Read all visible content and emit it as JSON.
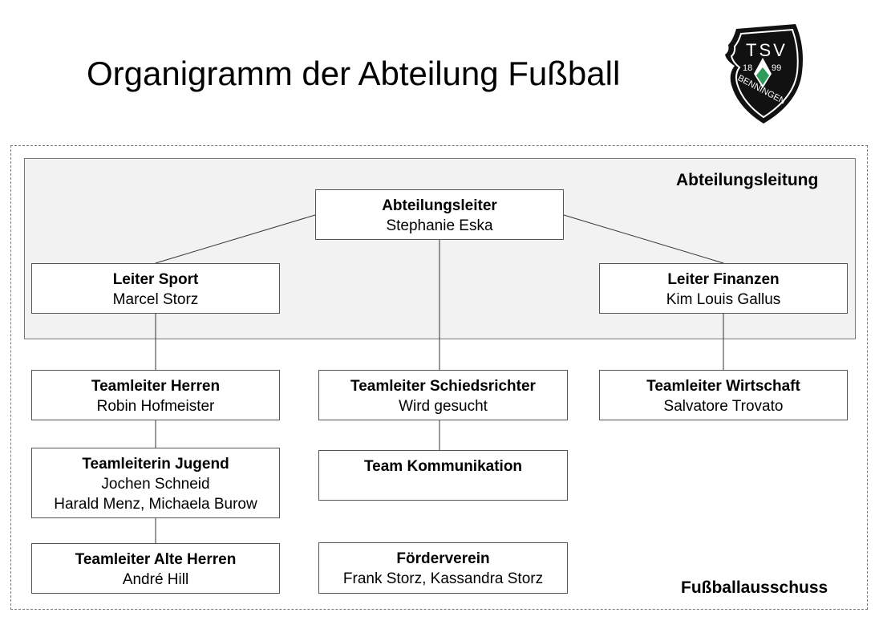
{
  "title": "Organigramm der Abteilung Fußball",
  "logo": {
    "top_text": "TSV",
    "year_left": "18",
    "year_right": "99",
    "bottom_text": "BENNINGEN"
  },
  "sections": {
    "leitung": "Abteilungsleitung",
    "ausschuss": "Fußballausschuss"
  },
  "nodes": {
    "abteilungsleiter": {
      "role": "Abteilungsleiter",
      "person": "Stephanie Eska"
    },
    "leiter_sport": {
      "role": "Leiter Sport",
      "person": "Marcel Storz"
    },
    "leiter_finanzen": {
      "role": "Leiter Finanzen",
      "person": "Kim Louis Gallus"
    },
    "tl_herren": {
      "role": "Teamleiter Herren",
      "person": "Robin Hofmeister"
    },
    "tl_schiedsrichter": {
      "role": "Teamleiter Schiedsrichter",
      "person": "Wird gesucht"
    },
    "tl_wirtschaft": {
      "role": "Teamleiter Wirtschaft",
      "person": "Salvatore Trovato"
    },
    "tl_jugend": {
      "role": "Teamleiterin Jugend",
      "person": "Jochen Schneid",
      "person2": "Harald Menz, Michaela Burow"
    },
    "team_kommunikation": {
      "role": "Team Kommunikation"
    },
    "tl_alte_herren": {
      "role": "Teamleiter Alte Herren",
      "person": "André Hill"
    },
    "foerderverein": {
      "role": "Förderverein",
      "person": "Frank Storz, Kassandra Storz"
    }
  }
}
